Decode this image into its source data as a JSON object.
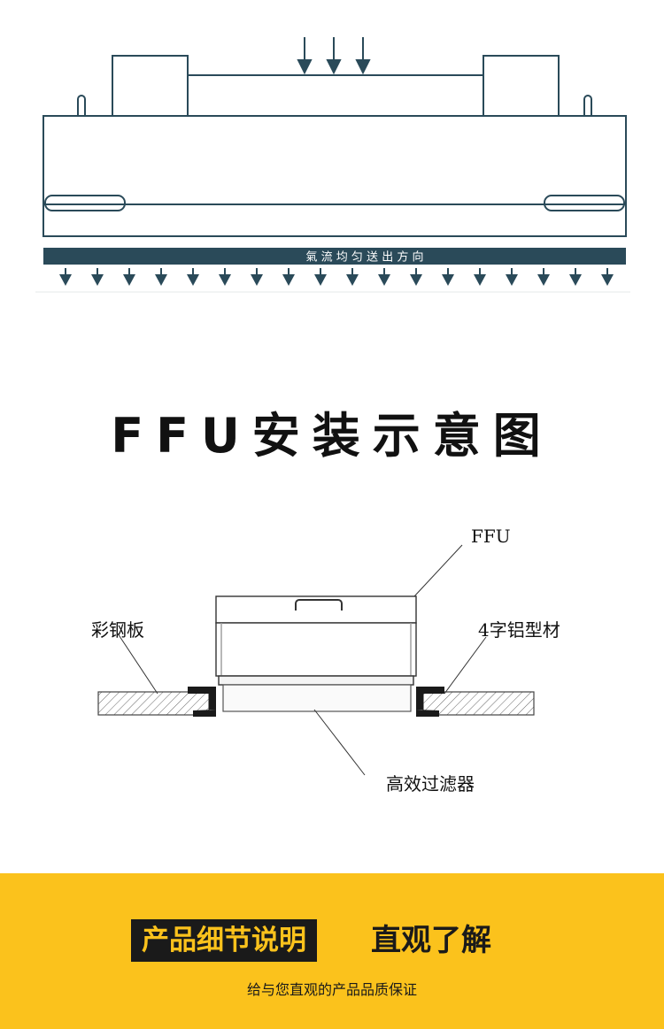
{
  "top_diagram": {
    "airflow_caption": "氣 流 均 匀 送 出 方 向",
    "colors": {
      "stroke": "#2a4a59",
      "band": "#2a4a59",
      "band_text": "#ffffff"
    }
  },
  "title": "FFU安装示意图",
  "install_diagram": {
    "labels": {
      "ffu": "FFU",
      "color_steel": "彩钢板",
      "profile": "4字铝型材",
      "hepa": "高效过滤器"
    }
  },
  "footer": {
    "badge": "产品细节说明",
    "title": "直观了解",
    "subtitle": "给与您直观的产品品质保证",
    "colors": {
      "background": "#fbc21c",
      "badge_bg": "#1a1a1a"
    }
  }
}
